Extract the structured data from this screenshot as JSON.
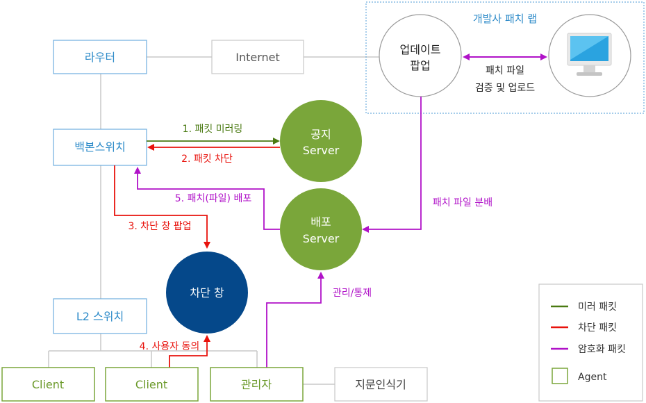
{
  "nodes": {
    "router": "라우터",
    "internet": "Internet",
    "backbone": "백본스위치",
    "l2switch": "L2 스위치",
    "client1": "Client",
    "client2": "Client",
    "admin": "관리자",
    "fingerprint": "지문인식기",
    "update_popup": [
      "업데이트",
      "팝업"
    ],
    "notice_server": [
      "공지",
      "Server"
    ],
    "deploy_server": [
      "배포",
      "Server"
    ],
    "block_window": "차단 창"
  },
  "dev_lab": {
    "title": "개발사 패치 랩",
    "verify_label": [
      "패치 파일",
      "검증 및 업로드"
    ]
  },
  "edges": {
    "mirror": "1. 패킷 미러링",
    "block": "2. 패킷 차단",
    "popup": "3. 차단 창 팝업",
    "consent": "4. 사용자 동의",
    "deploy": "5. 패치(파일) 배포",
    "distribute": "패치 파일 분배",
    "manage": "관리/통제"
  },
  "legend": {
    "items": [
      {
        "label": "미러 패킷",
        "color": "#4a7a12"
      },
      {
        "label": "차단 패킷",
        "color": "#e8120c"
      },
      {
        "label": "암호화 패킷",
        "color": "#b012c8"
      }
    ],
    "agent": "Agent"
  },
  "colors": {
    "blue_text": "#2e8bc9",
    "blue_border": "#6eaede",
    "green": "#7aa63a",
    "green_text": "#6b9a2a",
    "navy": "#05488a",
    "gray_line": "#c8c8c8",
    "mirror": "#4a7a12",
    "block": "#e8120c",
    "purple": "#b012c8"
  }
}
